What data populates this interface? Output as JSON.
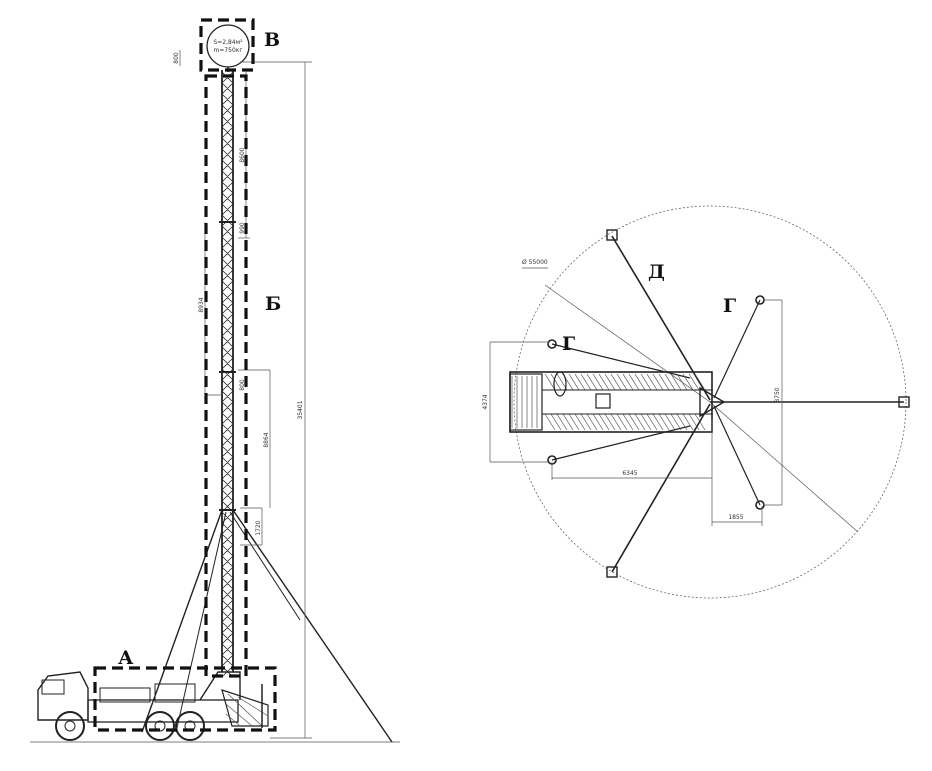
{
  "labels": {
    "zone_a": "А",
    "zone_b": "Б",
    "zone_v": "В",
    "guy_d": "Д",
    "anchor_g_upper": "Г",
    "anchor_g_left": "Г"
  },
  "dimensions": {
    "head_area": "S=2,84м²",
    "head_weight": "m=750кг",
    "head_height": "800",
    "total_height": "35401",
    "upper_section": "8600",
    "mid_section": "8934",
    "mid_gap": "990",
    "lower_section": "8864",
    "lower_gap": "1720",
    "small_gap": "800",
    "radius": "Ø 55000",
    "truck_width": "4374",
    "outrigger_span": "6345",
    "outrigger_offset": "1855",
    "anchor_span": "8750"
  },
  "colors": {
    "line": "#222222",
    "dash": "#111111",
    "hatch": "#444444"
  }
}
